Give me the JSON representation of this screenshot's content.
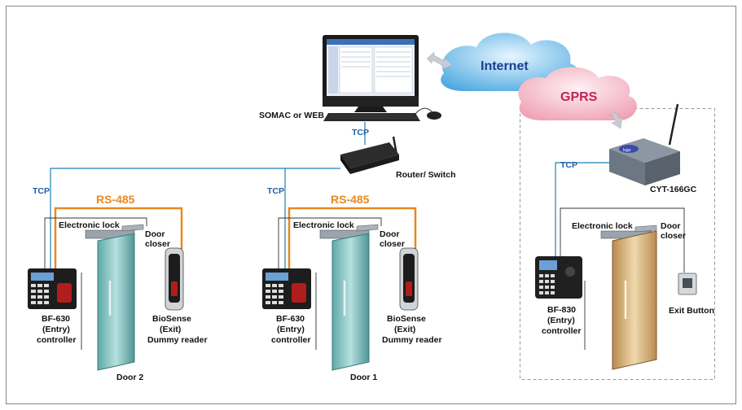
{
  "labels": {
    "internet": "Internet",
    "gprs": "GPRS",
    "somac": "SOMAC or WEB",
    "router": "Router/ Switch",
    "cyt": "CYT-166GC",
    "tcp": "TCP",
    "rs485": "RS-485",
    "electronic_lock": "Electronic lock",
    "door_closer_1": "Door",
    "door_closer_2": "closer",
    "bf630_1": "BF-630",
    "bf630_2": "(Entry)",
    "bf630_3": "controller",
    "bf830_1": "BF-830",
    "bf830_2": "(Entry)",
    "bf830_3": "controller",
    "biosense_1": "BioSense",
    "biosense_2": "(Exit)",
    "biosense_3": "Dummy reader",
    "door2": "Door 2",
    "door1": "Door 1",
    "exit_button": "Exit Button",
    "gprs_module_text": "CYT-166GC"
  },
  "colors": {
    "tcp_line": "#1f7fb4",
    "rs485_line": "#e8891e",
    "internet_cloud": "#58b6e6",
    "gprs_cloud": "#f2b3c3",
    "internet_text": "#1a3f8f",
    "gprs_text": "#c0245a",
    "glass_door": "#7fc4c4",
    "wood_door": "#d8b987"
  }
}
